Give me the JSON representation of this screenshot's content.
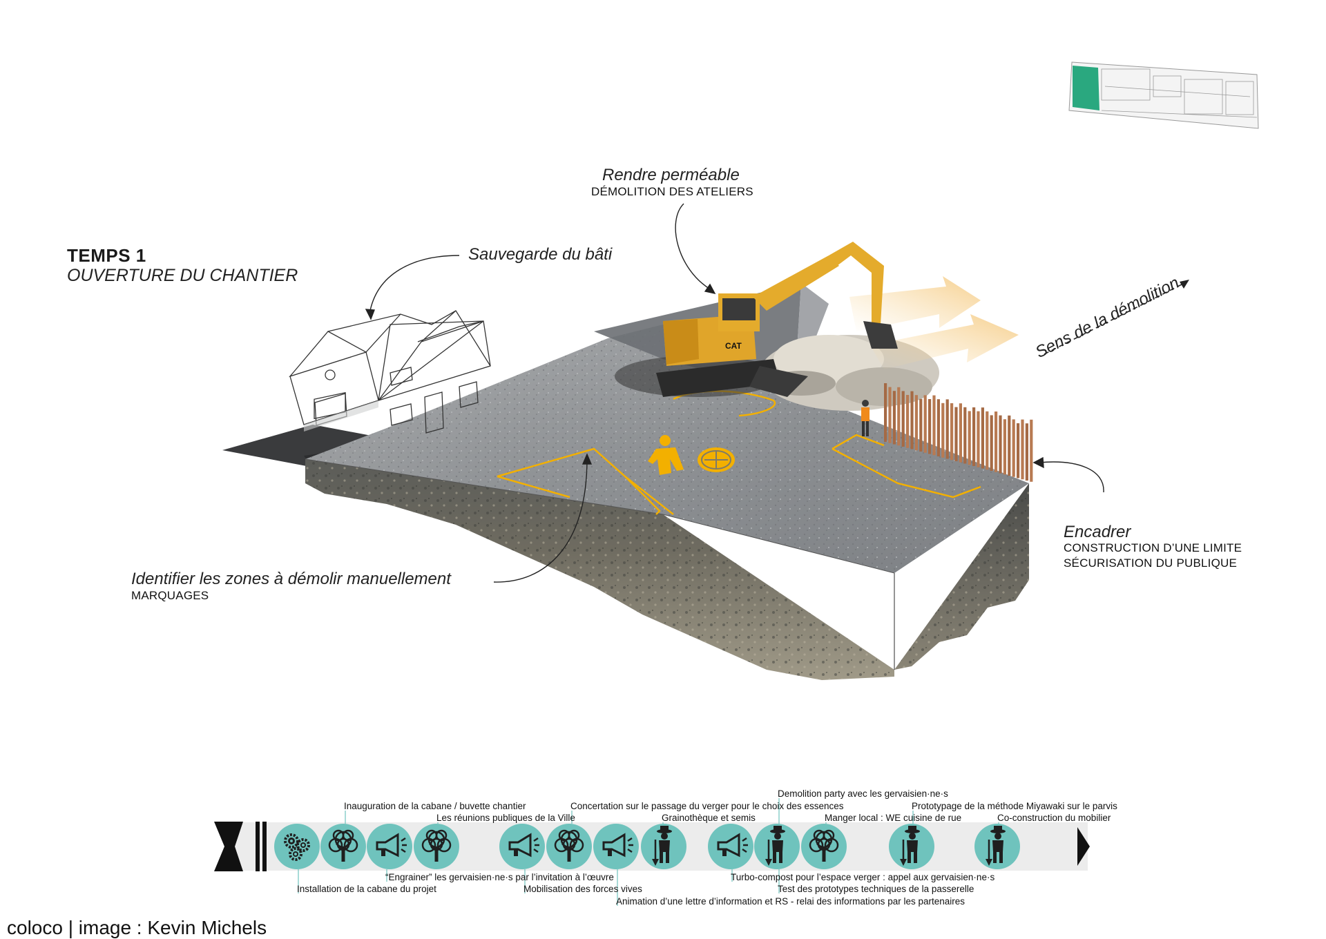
{
  "heading": {
    "title": "TEMPS 1",
    "subtitle": "OUVERTURE DU CHANTIER"
  },
  "annotations": {
    "sauvegarde": {
      "title": "Sauvegarde du bâti"
    },
    "permeable": {
      "title": "Rendre perméable",
      "caption": "DÉMOLITION DES ATELIERS"
    },
    "sens": {
      "title": "Sens de la démolition"
    },
    "encadrer": {
      "title": "Encadrer",
      "caption1": "CONSTRUCTION D’UNE LIMITE",
      "caption2": "SÉCURISATION DU PUBLIQUE"
    },
    "identifier": {
      "title": "Identifier les zones à démolir manuellement",
      "caption": "MARQUAGES"
    }
  },
  "timeline": {
    "icons": [
      "gears-icon",
      "tree-icon",
      "megaphone-icon",
      "tree-icon",
      "megaphone-icon",
      "tree-icon",
      "megaphone-icon",
      "gardener-icon",
      "megaphone-icon",
      "gardener-icon",
      "tree-icon",
      "gardener-icon",
      "gardener-icon"
    ],
    "labels_top": [
      "Inauguration de la cabane / buvette chantier",
      "Les réunions publiques de la Ville",
      "Concertation sur le passage du verger pour le choix des essences",
      "Grainothèque et semis",
      "Demolition party avec les gervaisien·ne·s",
      "Manger local : WE cuisine de rue",
      "Prototypage de la méthode Miyawaki sur le parvis",
      "Co-construction du mobilier"
    ],
    "labels_bottom": [
      "Installation de la cabane du projet",
      "“Engrainer” les gervaisien·ne·s par l’invitation à l’œuvre",
      "Mobilisation des forces vives",
      "Animation d’une lettre d’information et RS - relai des informations par les partenaires",
      "Turbo-compost pour l’espace verger : appel aux gervaisien·ne·s",
      "Test des prototypes techniques de la passerelle"
    ]
  },
  "colors": {
    "accent_teal": "#6fc3bd",
    "marking_yellow": "#f3b000",
    "locator_green": "#2aa87f",
    "fence_brown": "#b87a52"
  },
  "credit": "coloco | image : Kevin Michels"
}
